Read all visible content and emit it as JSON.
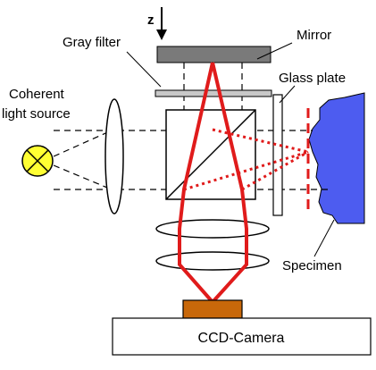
{
  "labels": {
    "axis_z": "z",
    "mirror": "Mirror",
    "gray_filter": "Gray filter",
    "glass_plate": "Glass plate",
    "light_source_line1": "Coherent",
    "light_source_line2": "light source",
    "specimen": "Specimen",
    "camera": "CCD-Camera"
  },
  "colors": {
    "beam": "#e01b1b",
    "mirror": "#7a7a7a",
    "filter": "#c8c8c8",
    "light_source": "#ffff33",
    "specimen": "#4d5cf0",
    "camera_sensor": "#c8680a",
    "line": "#000000"
  }
}
